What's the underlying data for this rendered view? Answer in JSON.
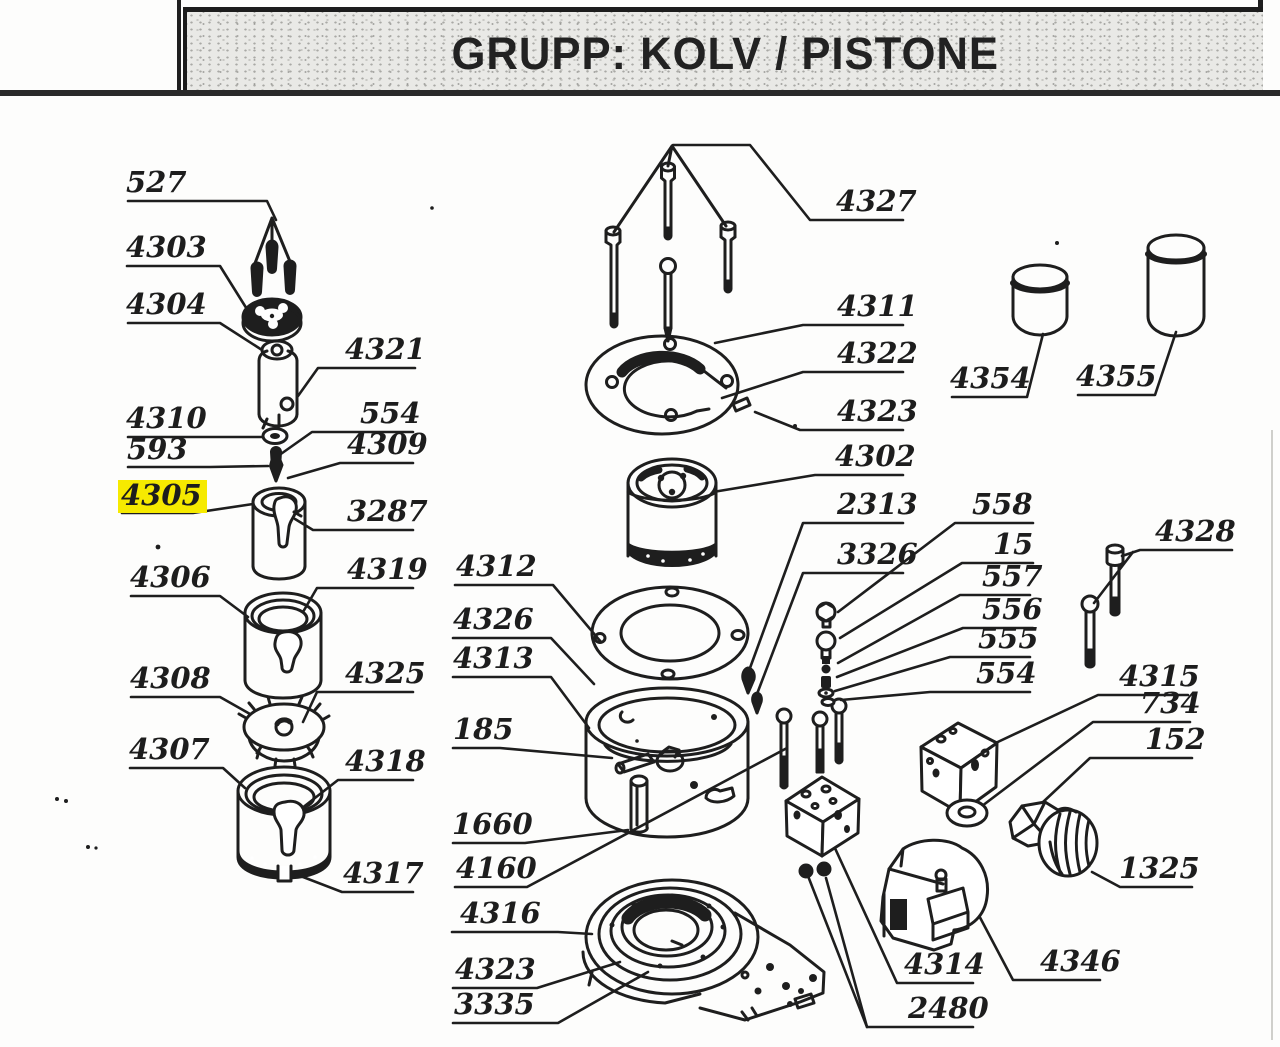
{
  "header": {
    "title": "GRUPP: KOLV / PISTONE"
  },
  "highlight": {
    "color": "#f6ea00",
    "highlighted_part": "4305"
  },
  "ink_color": "#1e1e1e",
  "labels": {
    "p527": "527",
    "p4303": "4303",
    "p4304": "4304",
    "p4321": "4321",
    "p4310": "4310",
    "p554_left": "554",
    "p593": "593",
    "p4309": "4309",
    "p4305": "4305",
    "p3287": "3287",
    "p4306": "4306",
    "p4319": "4319",
    "p4308": "4308",
    "p4325": "4325",
    "p4307": "4307",
    "p4318": "4318",
    "p4317": "4317",
    "p4327": "4327",
    "p4311": "4311",
    "p4322": "4322",
    "p4323_top": "4323",
    "p4302": "4302",
    "p2313": "2313",
    "p3326": "3326",
    "p4312": "4312",
    "p4326": "4326",
    "p4313": "4313",
    "p185": "185",
    "p1660": "1660",
    "p4160": "4160",
    "p4316": "4316",
    "p4323_bottom": "4323",
    "p3335": "3335",
    "p558": "558",
    "p15": "15",
    "p557": "557",
    "p556": "556",
    "p555": "555",
    "p554_right": "554",
    "p4328": "4328",
    "p4354": "4354",
    "p4355": "4355",
    "p4315": "4315",
    "p734": "734",
    "p152": "152",
    "p1325": "1325",
    "p4314": "4314",
    "p4346": "4346",
    "p2480": "2480"
  }
}
